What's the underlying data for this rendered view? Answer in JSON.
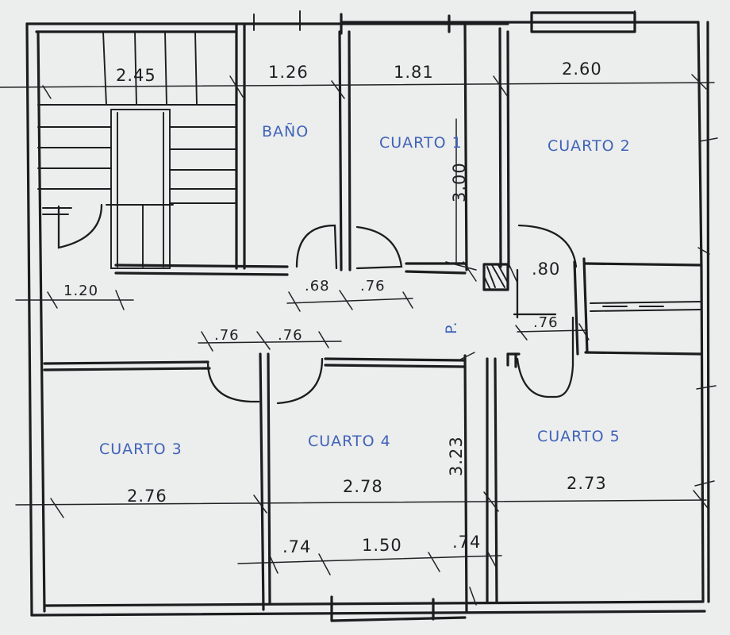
{
  "rooms": {
    "bano": "BAÑO",
    "cuarto1": "CUARTO 1",
    "cuarto2": "CUARTO 2",
    "cuarto3": "CUARTO 3",
    "cuarto4": "CUARTO 4",
    "cuarto5": "CUARTO 5",
    "pasillo": "P."
  },
  "dimensions": {
    "stair_width": "2.45",
    "bano_width": "1.26",
    "cuarto1_width": "1.81",
    "cuarto2_width": "2.60",
    "cuarto1_height": "3.00",
    "hall_left": "1.20",
    "door_bano": ".68",
    "door_c1": ".76",
    "door_c2": ".80",
    "door_c3": ".76",
    "door_c4": ".76",
    "door_c5": ".76",
    "cuarto3_width": "2.76",
    "cuarto4_width": "2.78",
    "cuarto5_width": "2.73",
    "cuarto4_height": "3.23",
    "window_left": ".74",
    "window_center": "1.50",
    "window_right": ".74"
  }
}
